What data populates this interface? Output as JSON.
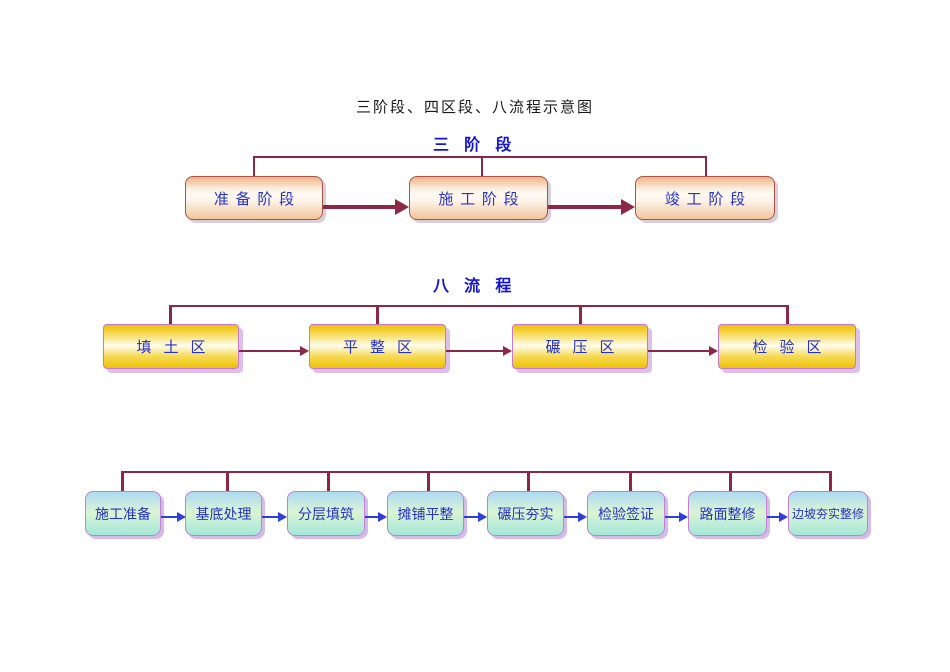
{
  "page": {
    "title": "三阶段、四区段、八流程示意图"
  },
  "sections": {
    "stages": {
      "header": "三 阶 段",
      "boxes": [
        {
          "label": "准备阶段"
        },
        {
          "label": "施工阶段"
        },
        {
          "label": "竣工阶段"
        }
      ]
    },
    "processes": {
      "header": "八 流 程",
      "boxes": [
        {
          "label": "填土区"
        },
        {
          "label": "平整区"
        },
        {
          "label": "碾压区"
        },
        {
          "label": "检验区"
        }
      ]
    },
    "steps": {
      "boxes": [
        {
          "label": "施工准备"
        },
        {
          "label": "基底处理"
        },
        {
          "label": "分层填筑"
        },
        {
          "label": "摊铺平整"
        },
        {
          "label": "碾压夯实"
        },
        {
          "label": "检验签证"
        },
        {
          "label": "路面整修"
        },
        {
          "label": "边坡夯实整修"
        }
      ]
    }
  },
  "colors": {
    "connector_maroon": "#8c2746",
    "arrow_blue": "#2e3ed6",
    "box_text_blue": "#2732c6",
    "header_blue": "#1414d2",
    "stage_box_peach": "#f3c59c",
    "zone_box_gold": "#eec001",
    "step_box_green": "#c2efd9"
  }
}
